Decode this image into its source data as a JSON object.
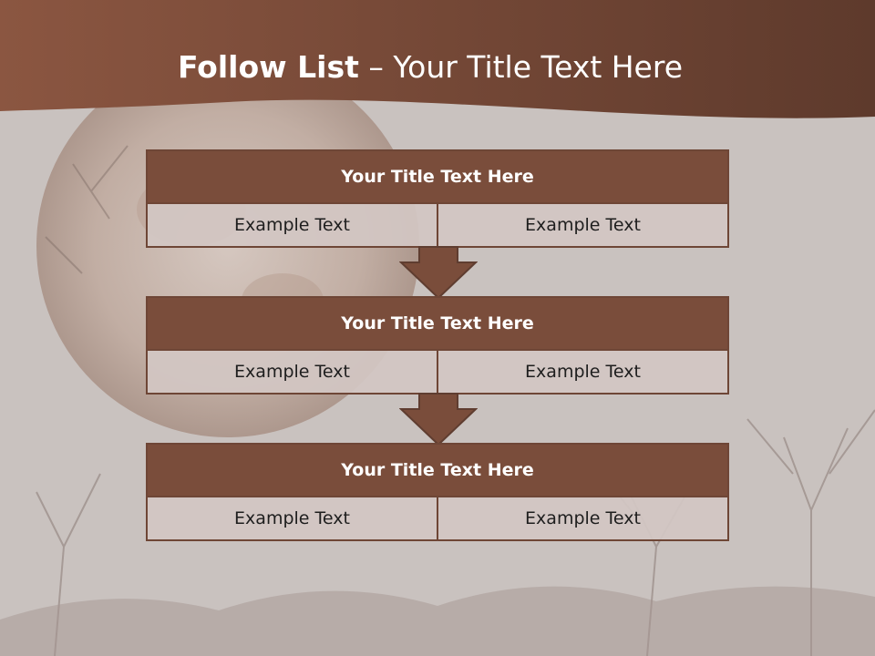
{
  "slide": {
    "title_bold": "Follow List",
    "title_rest": "– Your Title Text Here"
  },
  "steps": [
    {
      "title": "Your Title Text Here",
      "left": "Example Text",
      "right": "Example Text"
    },
    {
      "title": "Your Title Text Here",
      "left": "Example Text",
      "right": "Example Text"
    },
    {
      "title": "Your Title Text Here",
      "left": "Example Text",
      "right": "Example Text"
    }
  ],
  "colors": {
    "header_band": "#7b4a37",
    "box_header": "#7a4d3b",
    "border": "#6e4636",
    "background": "#c9c2bf"
  }
}
